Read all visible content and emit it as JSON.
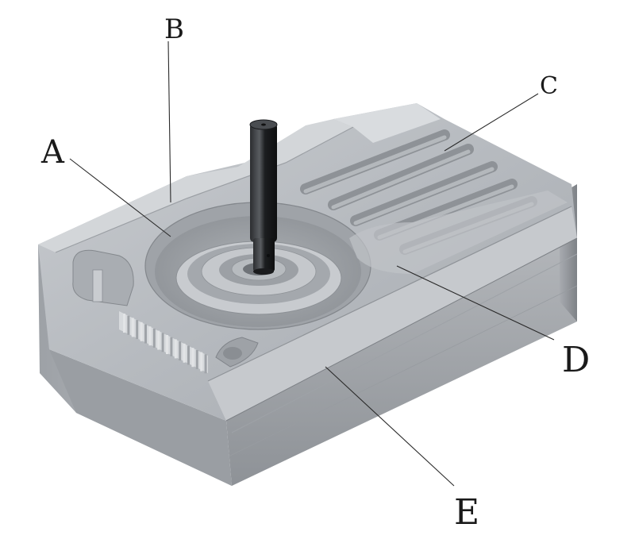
{
  "callouts": {
    "A": "A",
    "B": "B",
    "C": "C",
    "D": "D",
    "E": "E"
  }
}
